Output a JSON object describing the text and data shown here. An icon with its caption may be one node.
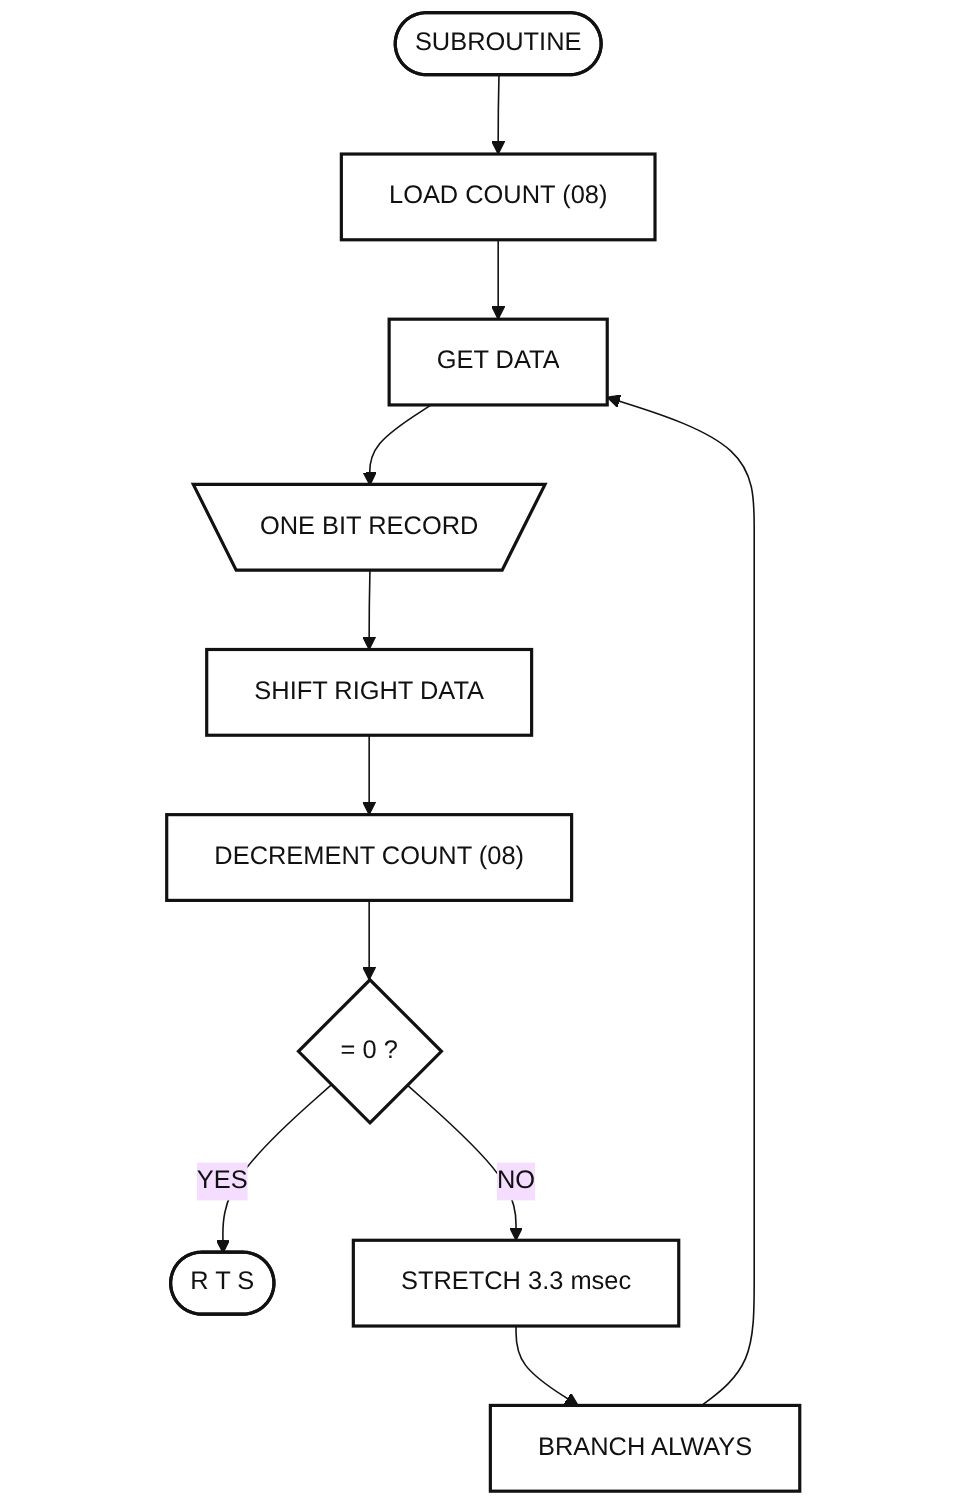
{
  "diagram": {
    "nodes": [
      {
        "text": [
          "SUBROUTINE"
        ]
      },
      {
        "text": [
          "LOAD COUNT (08)"
        ]
      },
      {
        "text": [
          "GET DATA"
        ]
      },
      {
        "text": [
          "ONE BIT RECORD"
        ]
      },
      {
        "text": [
          "SHIFT RIGHT DATA"
        ]
      },
      {
        "text": [
          "DECREMENT COUNT (08)"
        ]
      },
      {
        "text": [
          "= 0 ?"
        ]
      },
      {
        "text": [
          "R T S"
        ]
      },
      {
        "text": [
          "STRETCH 3.3 msec"
        ]
      },
      {
        "text": [
          "BRANCH ALWAYS"
        ]
      }
    ],
    "edges": [
      {
        "from": 0,
        "to": 1,
        "arrow": "to"
      },
      {
        "from": 1,
        "to": 2,
        "arrow": "to"
      },
      {
        "from": 2,
        "to": 3,
        "arrow": "to"
      },
      {
        "from": 3,
        "to": 4,
        "arrow": "to"
      },
      {
        "from": 4,
        "to": 5,
        "arrow": "to"
      },
      {
        "from": 5,
        "to": 6,
        "arrow": "to"
      },
      {
        "from": 6,
        "to": 7,
        "label": "YES",
        "arrow": "to"
      },
      {
        "from": 6,
        "to": 8,
        "label": "NO",
        "arrow": "to"
      },
      {
        "from": 8,
        "to": 9,
        "arrow": "to"
      },
      {
        "from": 9,
        "to": 2,
        "arrow": "to"
      }
    ]
  }
}
